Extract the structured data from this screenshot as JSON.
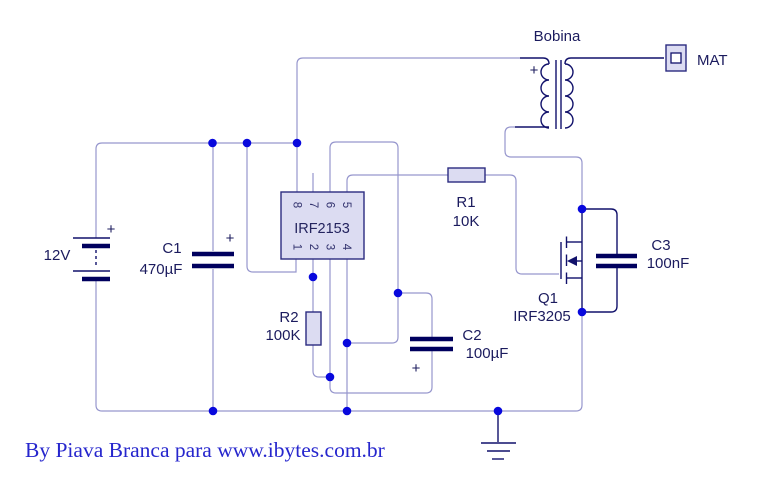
{
  "credit": "By Piava Branca para www.ibytes.com.br",
  "colors": {
    "background": "#ffffff",
    "wire": "#9696cd",
    "symbol": "#11116b",
    "component_fill": "#dcdcf2",
    "junction_dot": "#0808dd",
    "label": "#1b1b5e",
    "credit_text": "#2626cd"
  },
  "schematic": {
    "battery": {
      "label": "12V",
      "plus": "+"
    },
    "c1": {
      "name": "C1",
      "value": "470µF",
      "plus": "+"
    },
    "c2": {
      "name": "C2",
      "value": "100µF",
      "plus": "+"
    },
    "c3": {
      "name": "C3",
      "value": "100nF"
    },
    "r1": {
      "name": "R1",
      "value": "10K"
    },
    "r2": {
      "name": "R2",
      "value": "100K"
    },
    "q1": {
      "name": "Q1",
      "value": "IRF3205"
    },
    "ic": {
      "name": "IRF2153",
      "pins_top": [
        "8",
        "7",
        "6",
        "5"
      ],
      "pins_bottom": [
        "1",
        "2",
        "3",
        "4"
      ]
    },
    "transformer": {
      "label": "Bobina",
      "plus": "+"
    },
    "connector": {
      "label": "MAT"
    }
  }
}
